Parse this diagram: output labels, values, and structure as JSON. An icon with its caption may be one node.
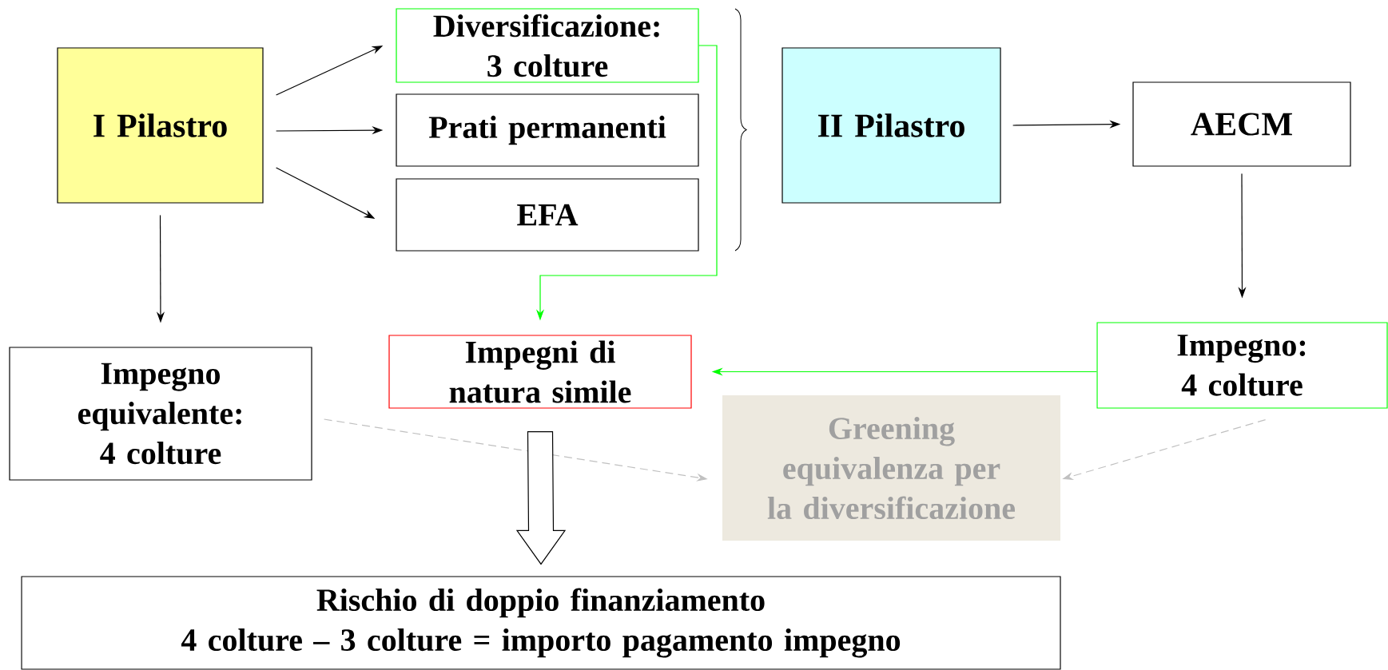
{
  "diagram": {
    "nodes": [
      {
        "text": [
          "I Pilastro"
        ]
      },
      {
        "text": [
          "Diversificazione: 3 colture"
        ]
      },
      {
        "text": [
          "Prati permanenti"
        ]
      },
      {
        "text": [
          "EFA"
        ]
      },
      {
        "text": [
          "II Pilastro"
        ]
      },
      {
        "text": [
          "AECM"
        ]
      },
      {
        "text": [
          "Impegno equivalente: 4 colture"
        ]
      },
      {
        "text": [
          "Impegni di natura simile"
        ]
      },
      {
        "text": [
          "Impegno: 4 colture"
        ]
      },
      {
        "text": [
          "Greening equivalenza per la diversificazione"
        ]
      },
      {
        "text": [
          "Rischio di doppio finanziamento",
          "4 colture – 3 colture = importo pagamento impegno"
        ]
      }
    ],
    "edges": [
      {
        "from": 0,
        "to": 1,
        "arrow": "to"
      },
      {
        "from": 0,
        "to": 2,
        "arrow": "to"
      },
      {
        "from": 0,
        "to": 3,
        "arrow": "to"
      },
      {
        "from": 0,
        "to": 6,
        "arrow": "to"
      },
      {
        "from": 4,
        "to": 5,
        "arrow": "to"
      },
      {
        "from": 5,
        "to": 8,
        "arrow": "to"
      },
      {
        "from": 1,
        "to": 7,
        "arrow": "to",
        "color": "#00ff00"
      },
      {
        "from": 8,
        "to": 7,
        "arrow": "to",
        "color": "#00ff00"
      },
      {
        "from": 6,
        "to": 9,
        "arrow": "to",
        "style": "dashed",
        "color": "#c0c0c0"
      },
      {
        "from": 8,
        "to": 9,
        "arrow": "to",
        "style": "dashed",
        "color": "#c0c0c0"
      },
      {
        "from": 7,
        "to": 10,
        "arrow": "to",
        "style": "thick"
      }
    ]
  }
}
